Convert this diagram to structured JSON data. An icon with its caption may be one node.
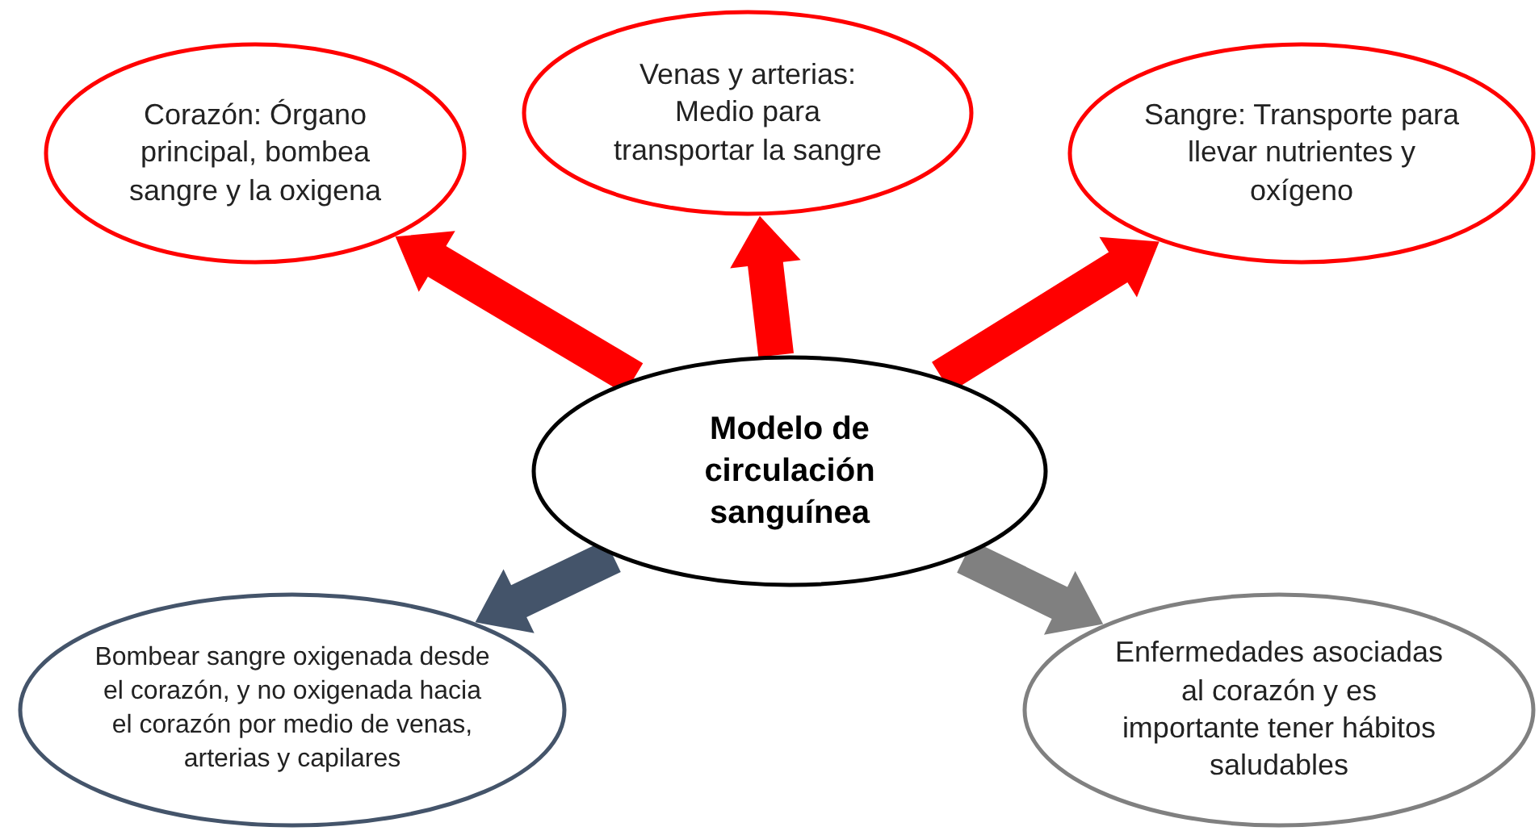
{
  "diagram": {
    "nodes": [
      {
        "text": [
          "Corazón: Órgano principal, bombea sangre y la oxigena"
        ]
      },
      {
        "text": [
          "Venas y arterias: Medio para transportar la sangre"
        ]
      },
      {
        "text": [
          "Sangre: Transporte para llevar nutrientes y oxígeno"
        ]
      },
      {
        "text": [
          "Modelo de circulación sanguínea"
        ]
      },
      {
        "text": [
          "Bombear sangre oxigenada desde el corazón, y no oxigenada hacia el corazón por medio de venas, arterias y capilares"
        ]
      },
      {
        "text": [
          "Enfermedades asociadas al corazón y es importante tener hábitos saludables"
        ]
      }
    ],
    "edges": [
      {
        "from": 3,
        "to": 0,
        "arrow": "to",
        "style": "thick",
        "color": "#ff0000"
      },
      {
        "from": 3,
        "to": 1,
        "arrow": "to",
        "style": "thick",
        "color": "#ff0000"
      },
      {
        "from": 3,
        "to": 2,
        "arrow": "to",
        "style": "thick",
        "color": "#ff0000"
      },
      {
        "from": 3,
        "to": 4,
        "arrow": "to",
        "style": "thick",
        "color": "#44546a"
      },
      {
        "from": 3,
        "to": 5,
        "arrow": "to",
        "style": "thick",
        "color": "#808080"
      }
    ]
  }
}
